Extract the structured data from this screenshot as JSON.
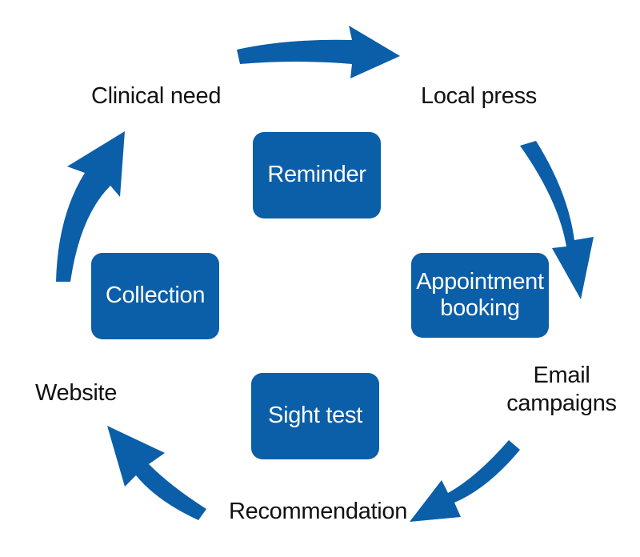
{
  "colors": {
    "accent": "#0b5ea8",
    "box_text": "#ffffff",
    "label_text": "#111111"
  },
  "boxes": {
    "reminder": "Reminder",
    "appointment_line1": "Appointment",
    "appointment_line2": "booking",
    "sight_test": "Sight test",
    "collection": "Collection"
  },
  "labels": {
    "clinical_need": "Clinical need",
    "local_press": "Local press",
    "email_line1": "Email",
    "email_line2": "campaigns",
    "recommendation": "Recommendation",
    "website": "Website"
  }
}
